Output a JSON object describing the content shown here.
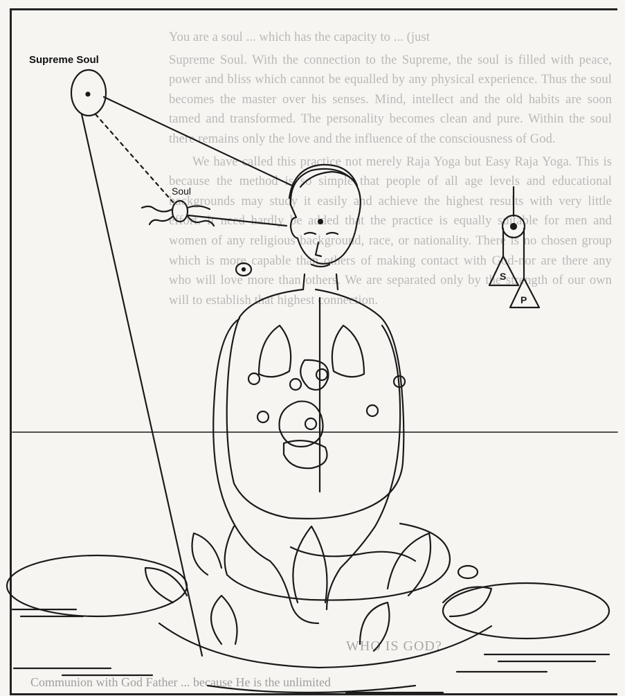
{
  "labels": {
    "supreme_soul": "Supreme Soul",
    "soul": "Soul",
    "weight_s": "S",
    "weight_p": "P"
  },
  "ghost": {
    "line_1": "You are a soul ... which has the capacity to ... (just",
    "para_1": "Supreme Soul. With the connection to the Supreme, the soul is filled with peace, power and bliss which cannot be equalled by any physical experience. Thus the soul becomes the master over his senses. Mind, intellect and the old habits are soon tamed and transformed. The personality becomes clean and pure. Within the soul there remains only the love and the influence of the consciousness of God.",
    "para_2": "We have called this practice not merely Raja Yoga but Easy Raja Yoga. This is because the method is so simple that people of all age levels and educational backgrounds may study it easily and achieve the highest results with very little effort. It need hardly be added that the practice is equally suitable for men and women of any religious background, race, or nationality. There is no chosen group which is more capable than others of making contact with God-nor are there any who will love more than others. We are separated only by the strength of our own will to establish that highest connection.",
    "heading": "WHO IS GOD?",
    "bottom_line": "Communion with God Father ... because He is the unlimited"
  }
}
